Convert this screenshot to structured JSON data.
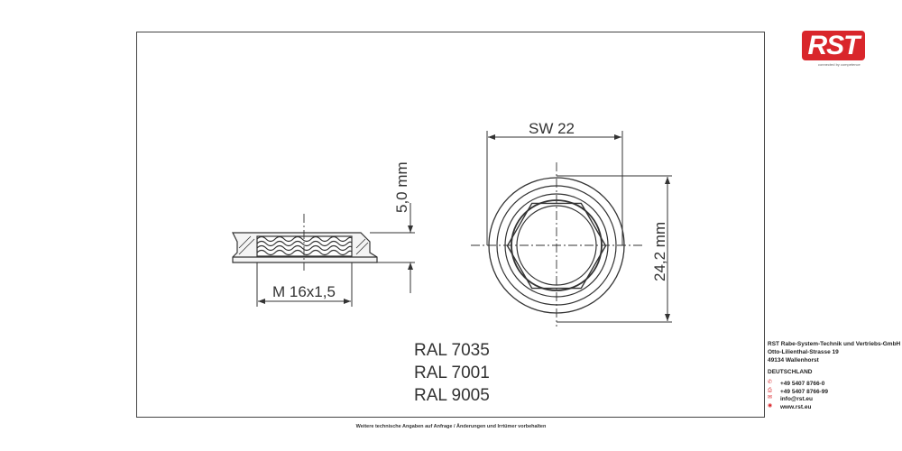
{
  "logo": {
    "text": "RST",
    "tagline": "connected by competence"
  },
  "dimensions": {
    "width_across_flats": "SW 22",
    "outer_diameter": "24,2 mm",
    "height": "5,0 mm",
    "thread": "M 16x1,5"
  },
  "colors": {
    "heading_labels": [
      "RAL 7035",
      "RAL 7001",
      "RAL 9005"
    ]
  },
  "company": {
    "name": "RST Rabe-System-Technik und Vertriebs-GmbH",
    "street": "Otto-Lilienthal-Strasse 19",
    "city": "49134 Wallenhorst",
    "country": "DEUTSCHLAND",
    "phone": "+49 5407 8766-0",
    "fax": "+49 5407 8766-99",
    "email": "info@rst.eu",
    "web": "www.rst.eu"
  },
  "footer": "Weitere technische Angaben auf Anfrage / Änderungen und Irrtümer vorbehalten",
  "accent_color": "#d9262b"
}
